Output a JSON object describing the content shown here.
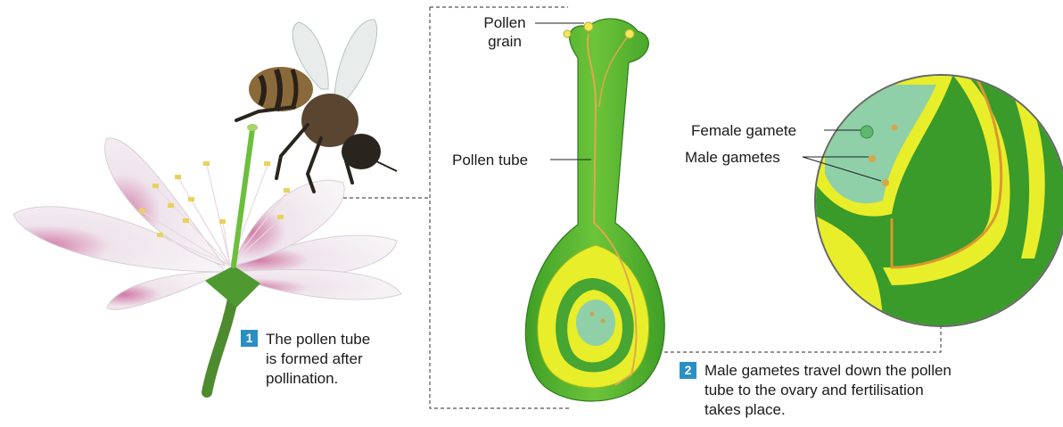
{
  "labels": {
    "pollen_grain": "Pollen\ngrain",
    "pollen_tube": "Pollen tube",
    "female_gamete": "Female gamete",
    "male_gametes": "Male gametes"
  },
  "steps": [
    {
      "number": "1",
      "text": "The pollen tube\nis formed after\npollination."
    },
    {
      "number": "2",
      "text": "Male gametes travel down the pollen\ntube to the ovary and fertilisation\ntakes place."
    }
  ],
  "colors": {
    "carpel_green": "#4fb32e",
    "ovary_outer": "#3c9a2a",
    "ovary_yellow": "#e9ee2a",
    "ovule_teal": "#8fd0a8",
    "pollen_yellow": "#f2e85a",
    "petal": "#f4f0f3",
    "badge_blue": "#2a8fc4"
  }
}
